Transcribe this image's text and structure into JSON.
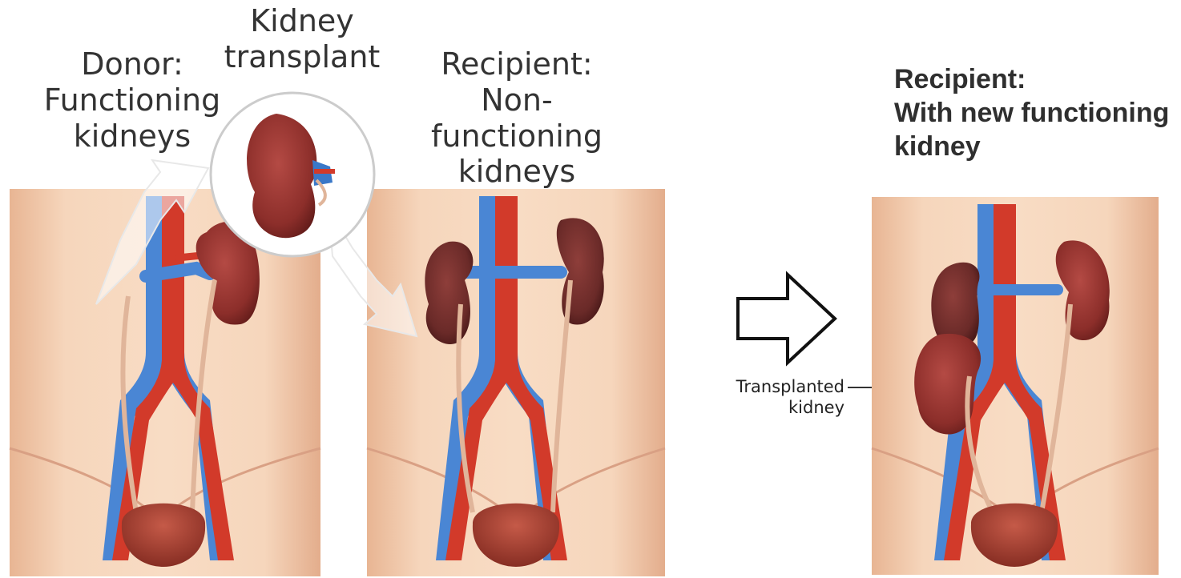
{
  "labels": {
    "donor": [
      "Donor:",
      "Functioning",
      "kidneys"
    ],
    "transplant": [
      "Kidney",
      "transplant"
    ],
    "recipient_before": [
      "Recipient:",
      "Non-functioning",
      "kidneys"
    ],
    "recipient_after": [
      "Recipient:",
      "With new functioning",
      "kidney"
    ],
    "transplanted": [
      "Transplanted",
      "kidney"
    ]
  },
  "colors": {
    "skin": "#f4cdb0",
    "skin_shadow": "#e0a98a",
    "artery": "#d23a2a",
    "vein": "#4a86d4",
    "kidney_healthy": "#8c2e2a",
    "kidney_failing": "#6a2a28",
    "bladder": "#a83a2c"
  }
}
